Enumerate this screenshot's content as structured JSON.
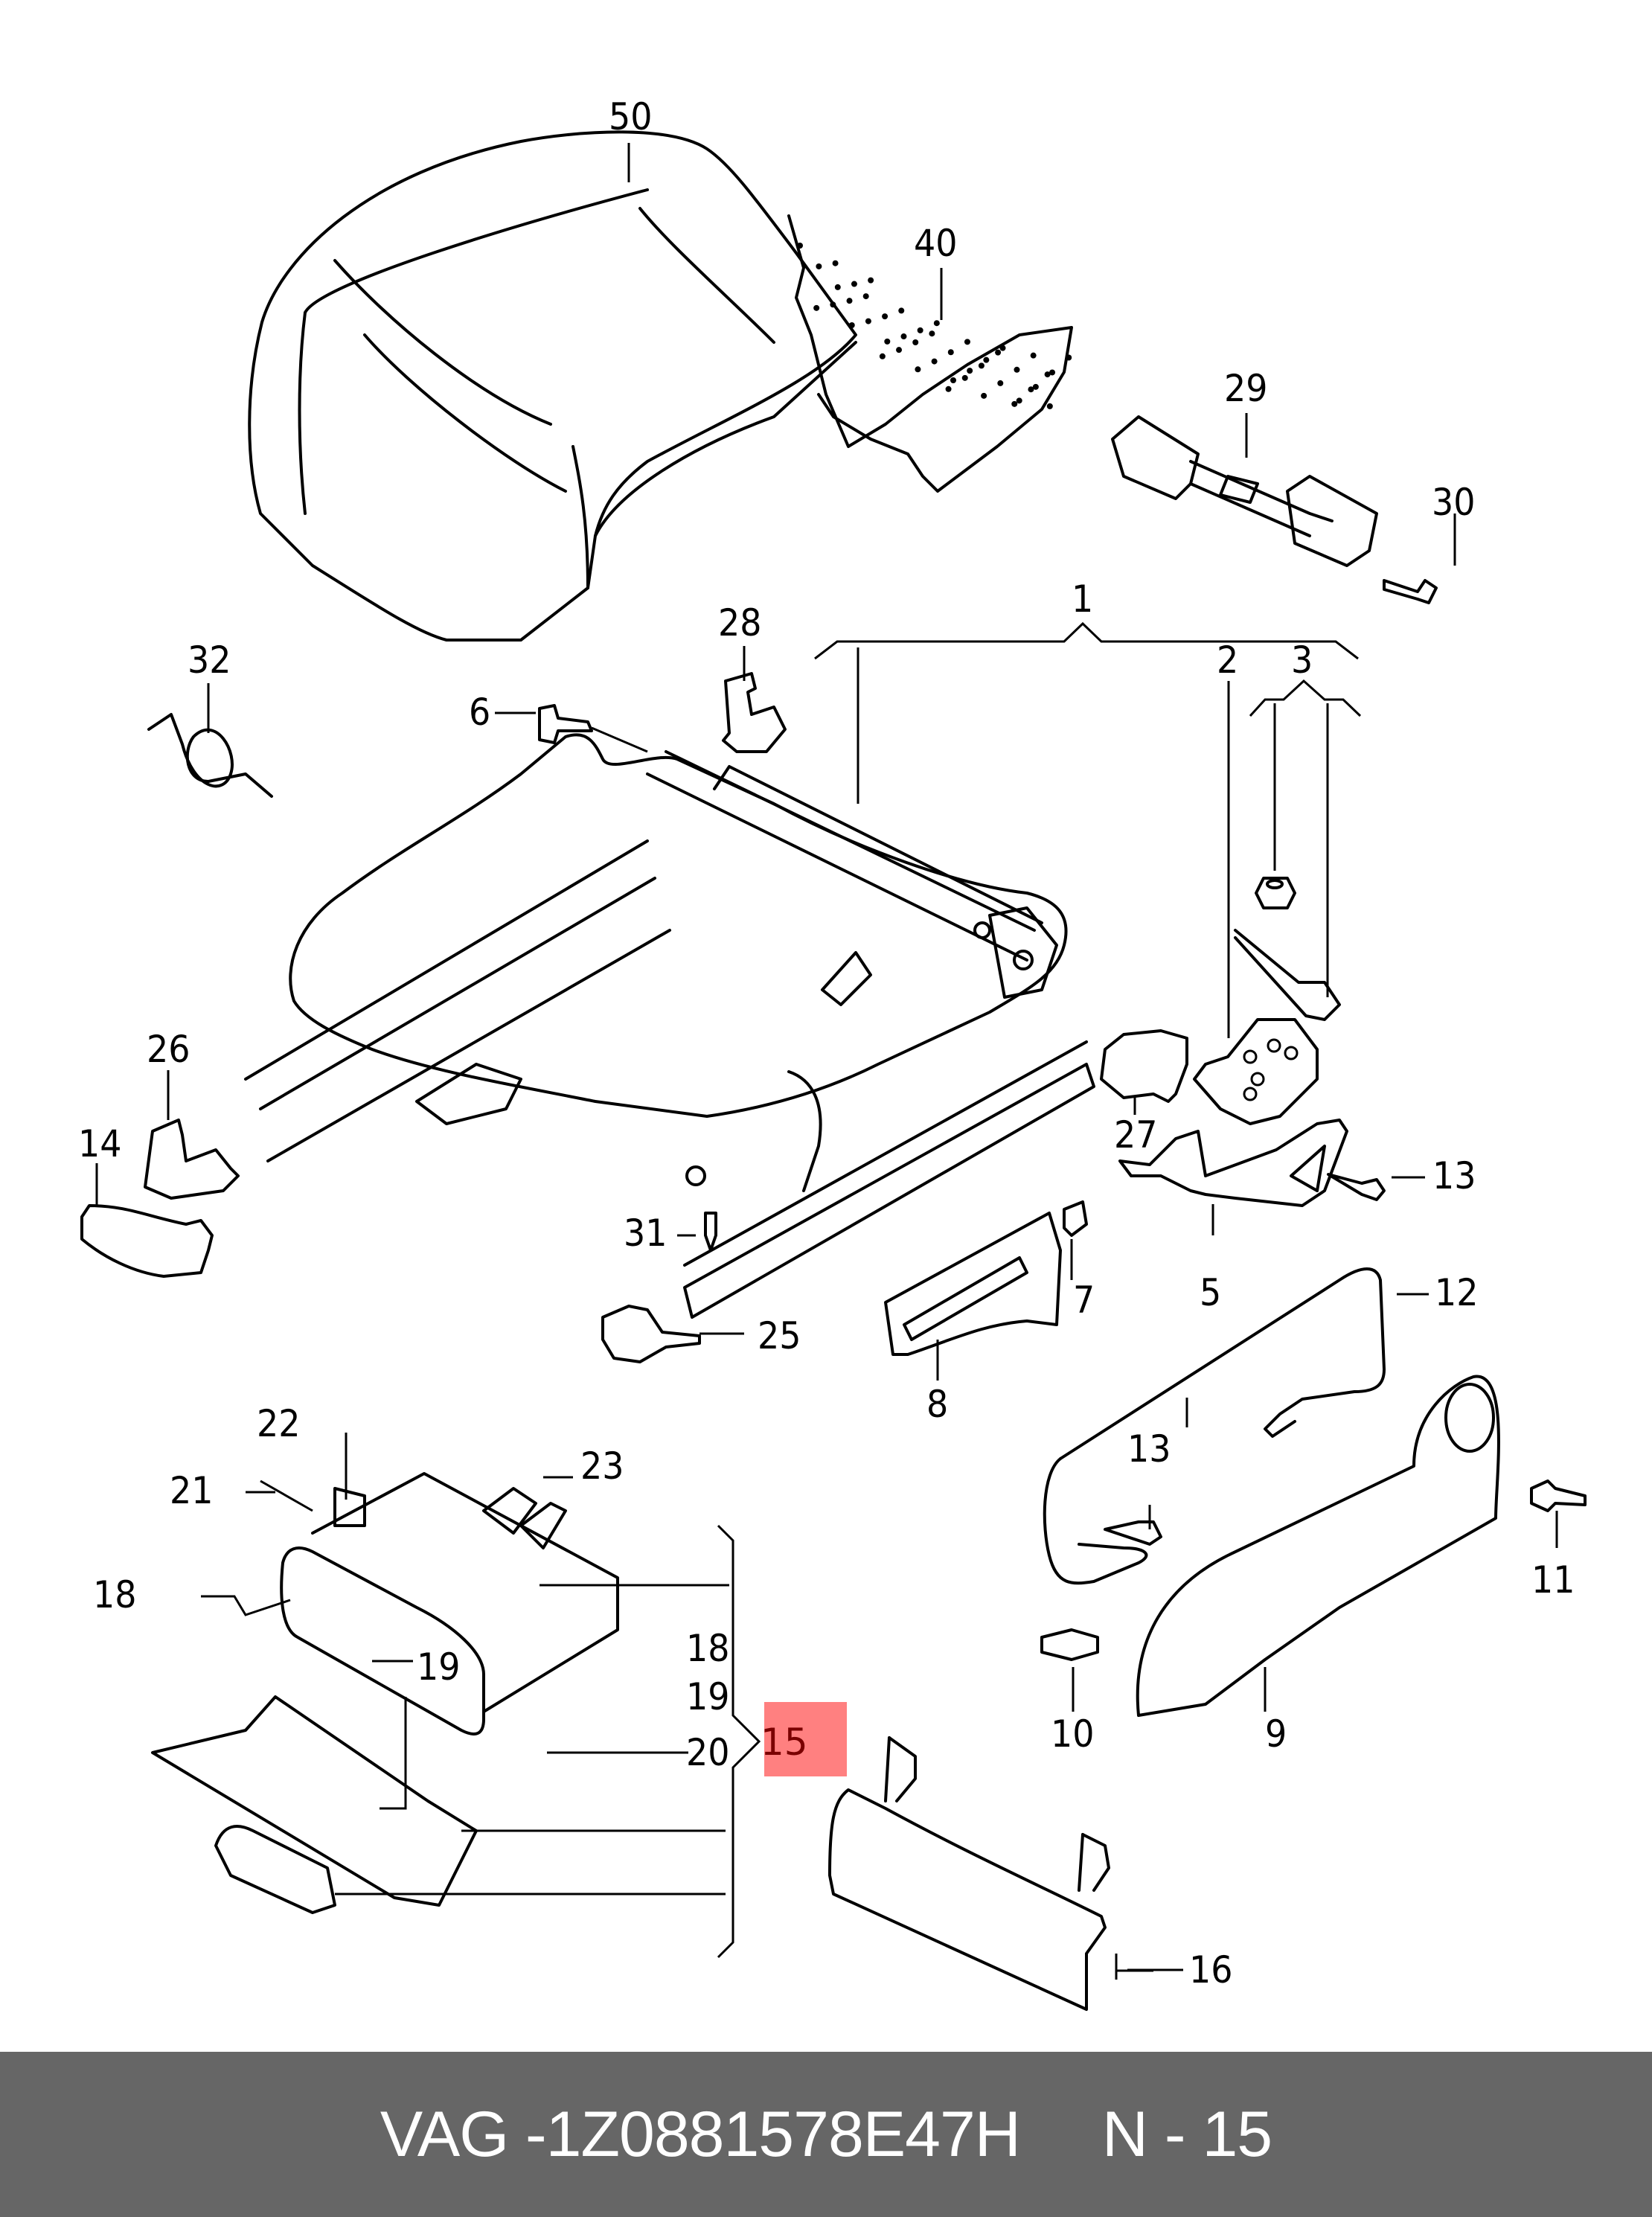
{
  "diagram": {
    "title": "Seat frame / seat cushion exploded parts diagram",
    "highlighted_part": "15",
    "highlight_color": "#ff8080",
    "callouts": [
      {
        "id": "50",
        "label": "50"
      },
      {
        "id": "40",
        "label": "40"
      },
      {
        "id": "29",
        "label": "29"
      },
      {
        "id": "30",
        "label": "30"
      },
      {
        "id": "1",
        "label": "1"
      },
      {
        "id": "2",
        "label": "2"
      },
      {
        "id": "3",
        "label": "3"
      },
      {
        "id": "28",
        "label": "28"
      },
      {
        "id": "32",
        "label": "32"
      },
      {
        "id": "6",
        "label": "6"
      },
      {
        "id": "26",
        "label": "26"
      },
      {
        "id": "14",
        "label": "14"
      },
      {
        "id": "27",
        "label": "27"
      },
      {
        "id": "13a",
        "label": "13"
      },
      {
        "id": "31",
        "label": "31"
      },
      {
        "id": "7",
        "label": "7"
      },
      {
        "id": "5",
        "label": "5"
      },
      {
        "id": "12",
        "label": "12"
      },
      {
        "id": "25",
        "label": "25"
      },
      {
        "id": "8",
        "label": "8"
      },
      {
        "id": "22",
        "label": "22"
      },
      {
        "id": "23",
        "label": "23"
      },
      {
        "id": "21",
        "label": "21"
      },
      {
        "id": "13b",
        "label": "13"
      },
      {
        "id": "11",
        "label": "11"
      },
      {
        "id": "18a",
        "label": "18"
      },
      {
        "id": "19a",
        "label": "19"
      },
      {
        "id": "18b",
        "label": "18"
      },
      {
        "id": "19b",
        "label": "19"
      },
      {
        "id": "20",
        "label": "20"
      },
      {
        "id": "15",
        "label": "15"
      },
      {
        "id": "10",
        "label": "10"
      },
      {
        "id": "9",
        "label": "9"
      },
      {
        "id": "16",
        "label": "16"
      }
    ]
  },
  "footer": {
    "brand": "VAG - ",
    "part_number": "1Z0881578E47H",
    "reference": "N - 15",
    "background_color": "#666666"
  }
}
